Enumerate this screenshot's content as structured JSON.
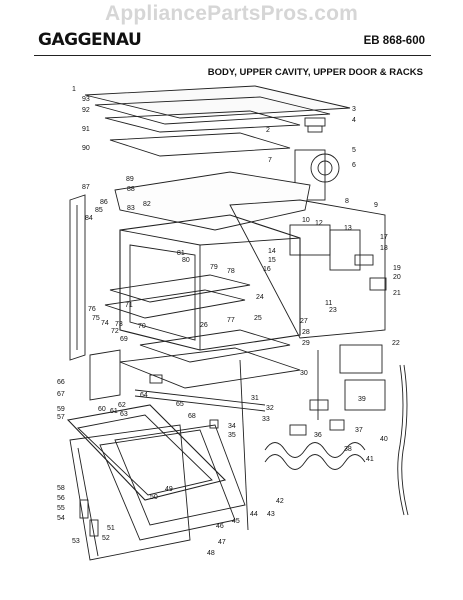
{
  "header": {
    "watermark": "AppliancePartsPros.com",
    "brand": "GAGGENAU",
    "model": "EB 868-600",
    "title": "BODY, UPPER CAVITY, UPPER DOOR & RACKS"
  },
  "diagram": {
    "part_labels": [
      "1",
      "2",
      "3",
      "4",
      "5",
      "6",
      "7",
      "8",
      "9",
      "10",
      "11",
      "12",
      "13",
      "14",
      "15",
      "16",
      "17",
      "18",
      "19",
      "20",
      "21",
      "22",
      "23",
      "24",
      "25",
      "26",
      "27",
      "28",
      "29",
      "30",
      "31",
      "32",
      "33",
      "34",
      "35",
      "36",
      "37",
      "38",
      "39",
      "40",
      "41",
      "42",
      "43",
      "44",
      "45",
      "46",
      "47",
      "48",
      "49",
      "50",
      "51",
      "52",
      "53",
      "54",
      "55",
      "56",
      "57",
      "58",
      "59",
      "60",
      "61",
      "62",
      "63",
      "64",
      "65",
      "66",
      "67",
      "68",
      "69",
      "70",
      "71",
      "72",
      "73",
      "74",
      "75",
      "76",
      "77",
      "78",
      "79",
      "80",
      "81",
      "82",
      "83",
      "84",
      "85",
      "86",
      "87",
      "88",
      "89",
      "90",
      "91",
      "92",
      "93"
    ]
  }
}
